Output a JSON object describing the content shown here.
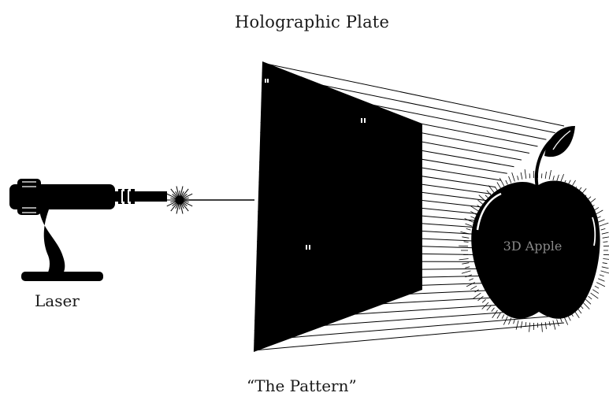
{
  "title": "Holographic Plate",
  "laser_label": "Laser",
  "pattern_label": "“The Pattern”",
  "apple_label": "3D Apple",
  "colors": {
    "ink": "#000000",
    "paper": "#ffffff",
    "apple_text": "#8a8a8a"
  },
  "icons": [
    "laser-icon",
    "laser-burst-icon",
    "apple-icon"
  ]
}
